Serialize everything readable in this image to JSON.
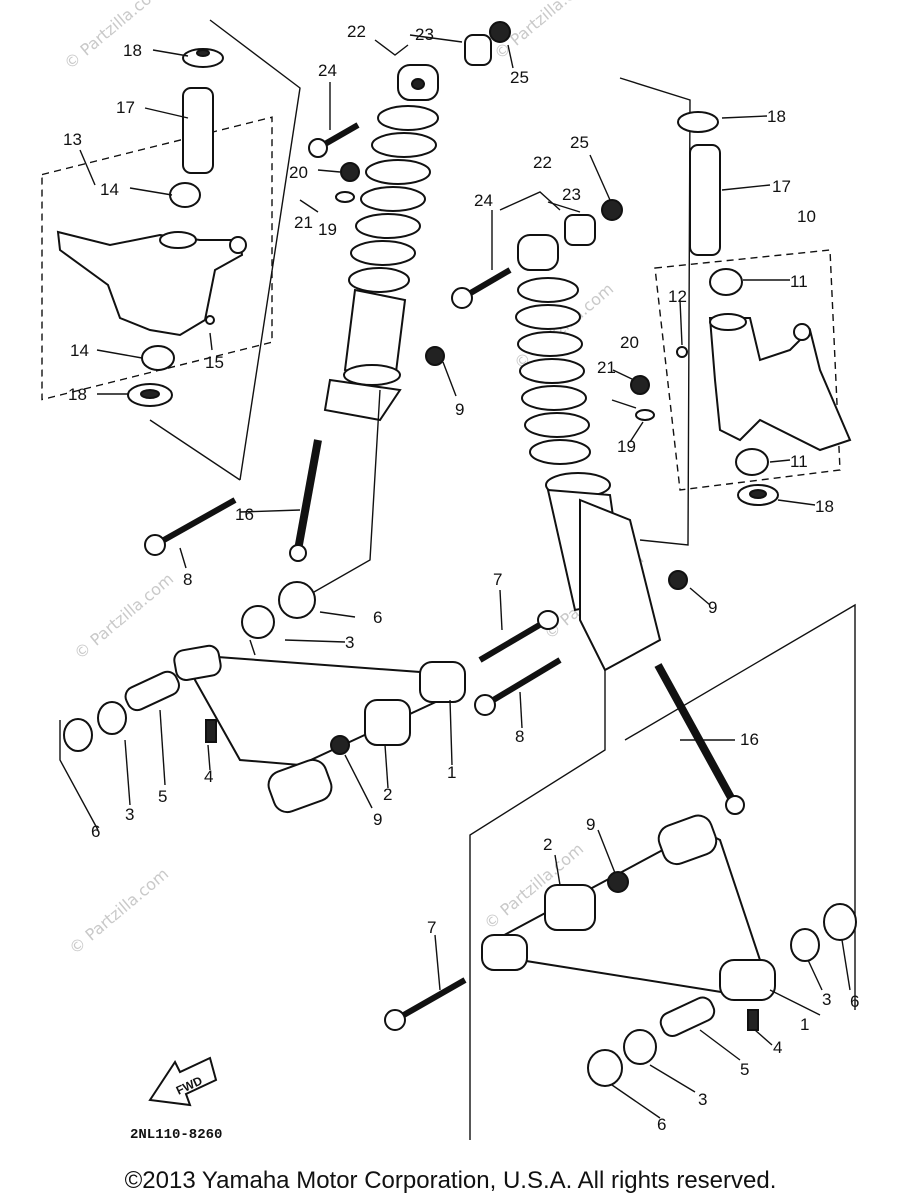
{
  "diagram": {
    "callouts": {
      "c1": "1",
      "c2": "2",
      "c3": "3",
      "c4": "4",
      "c5": "5",
      "c6": "6",
      "c7": "7",
      "c8": "8",
      "c9": "9",
      "c10": "10",
      "c11": "11",
      "c12": "12",
      "c13": "13",
      "c14": "14",
      "c15": "15",
      "c16": "16",
      "c17": "17",
      "c18": "18",
      "c19": "19",
      "c20": "20",
      "c21": "21",
      "c22": "22",
      "c23": "23",
      "c24": "24",
      "c25": "25"
    },
    "fwd_label": "FWD",
    "drawing_code": "2NL110-8260",
    "watermark": "© Partzilla.com"
  },
  "footer": {
    "copyright": "©2013  Yamaha Motor Corporation, U.S.A. All rights reserved."
  }
}
